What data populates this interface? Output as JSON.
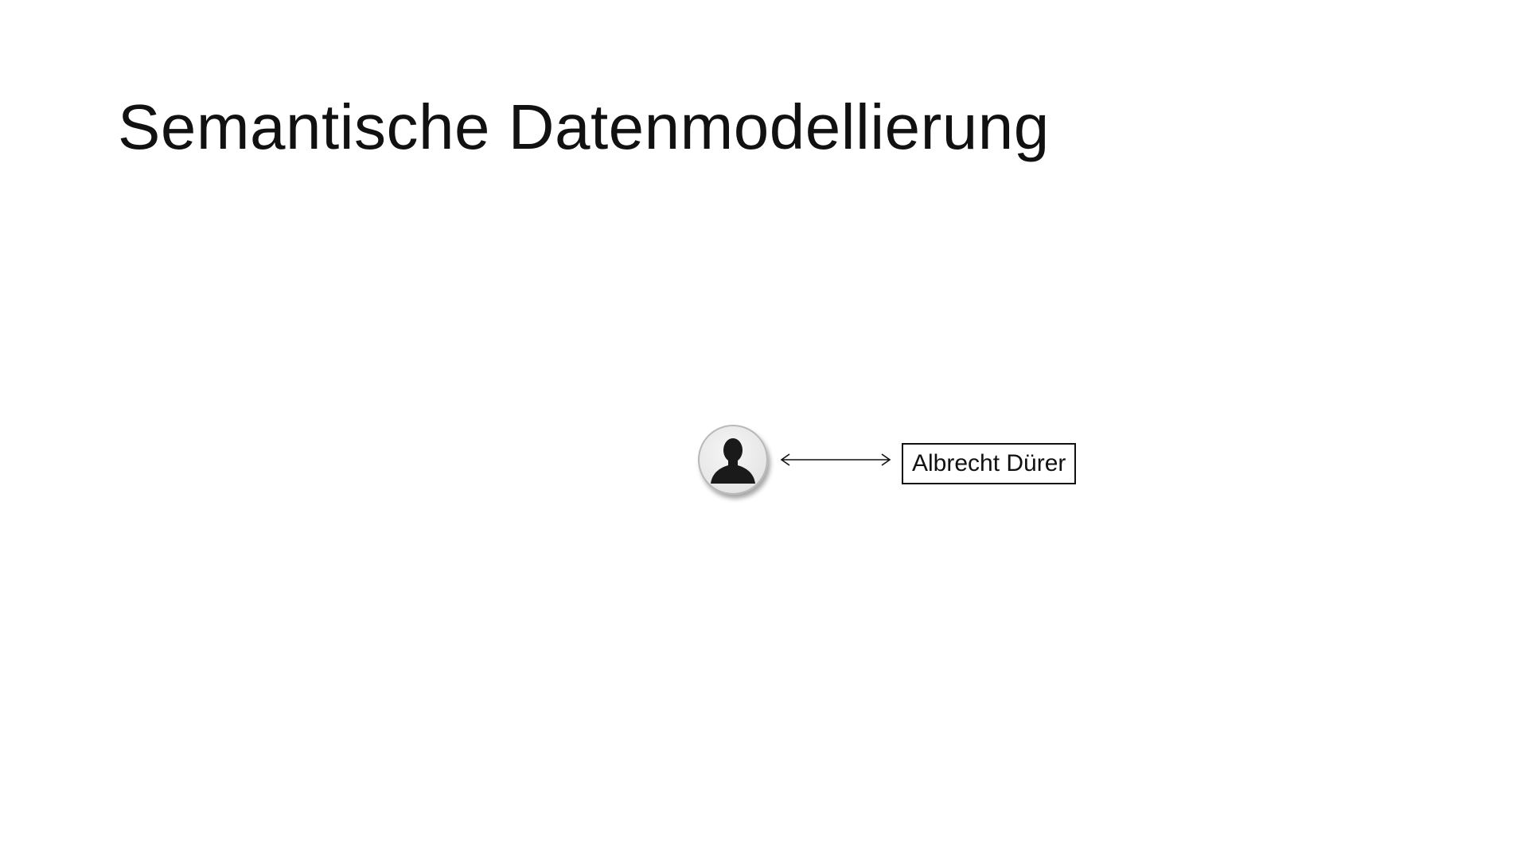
{
  "slide": {
    "title": "Semantische Datenmodellierung"
  },
  "diagram": {
    "person_icon": "person-silhouette-icon",
    "relation": "bidirectional-arrow",
    "label": "Albrecht Dürer"
  }
}
